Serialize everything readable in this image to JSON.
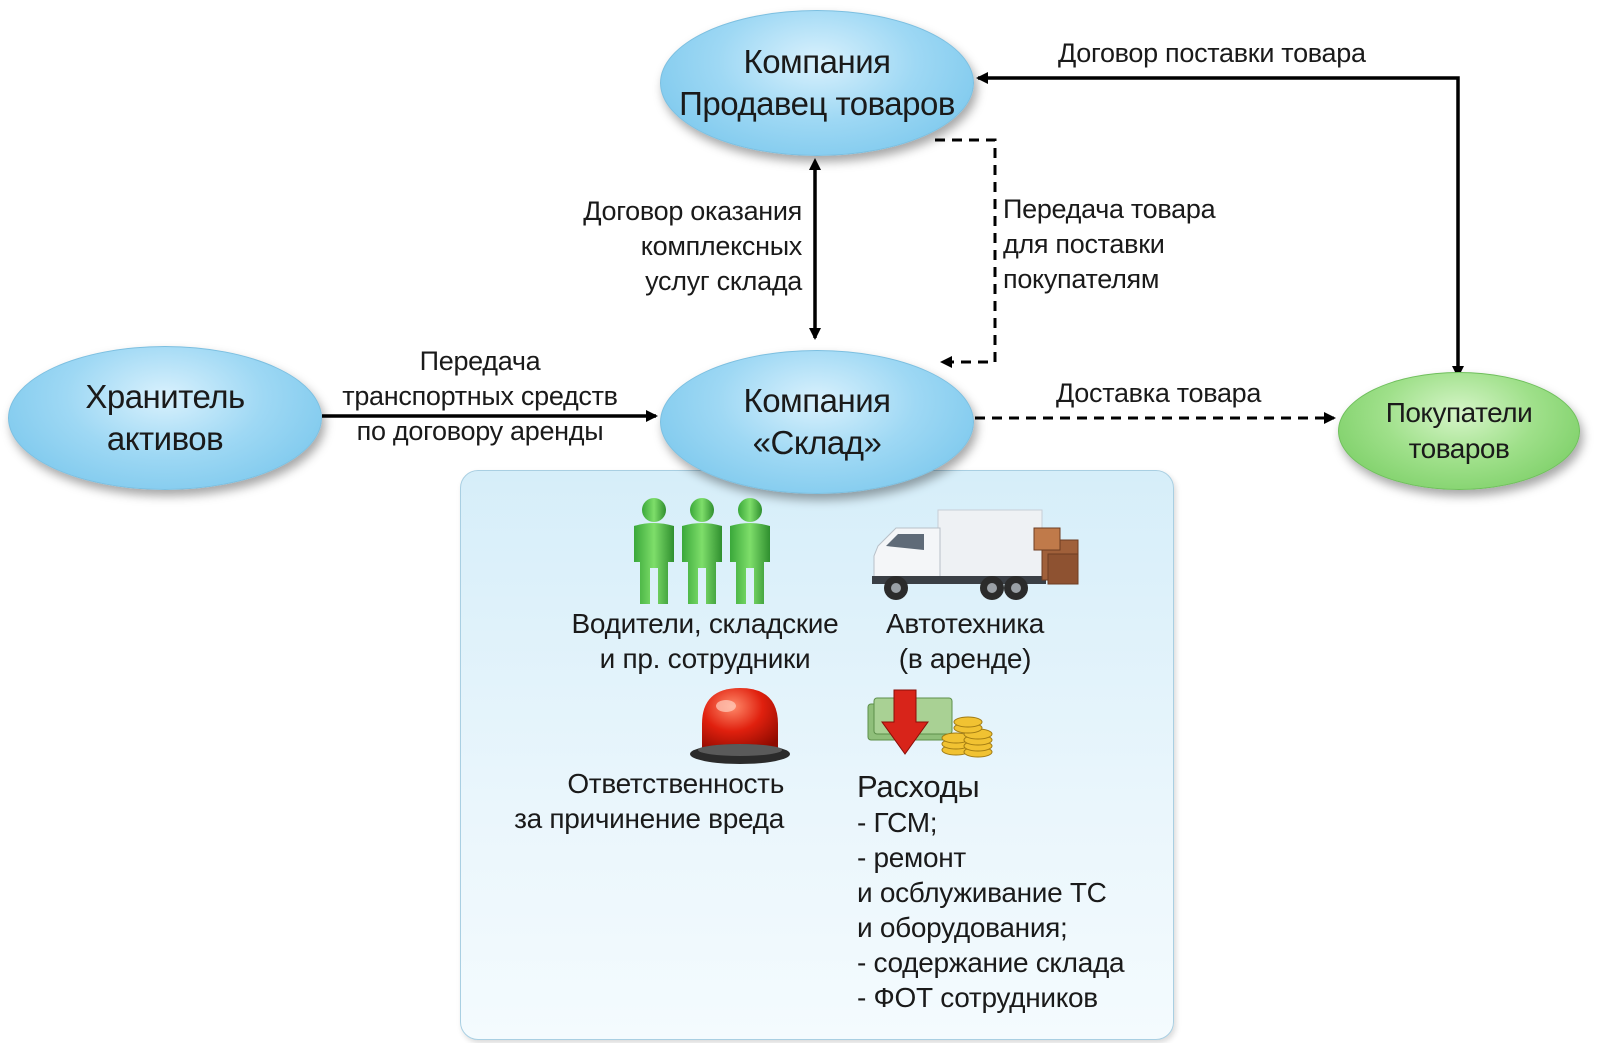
{
  "nodes": {
    "seller": {
      "line1": "Компания",
      "line2": "Продавец товаров"
    },
    "warehouse": {
      "line1": "Компания",
      "line2": "«Склад»"
    },
    "custodian": {
      "line1": "Хранитель",
      "line2": "активов"
    },
    "buyers": {
      "line1": "Покупатели",
      "line2": "товаров"
    }
  },
  "edges": {
    "supply_contract": "Договор поставки товара",
    "service_contract": [
      "Договор оказания",
      "комплексных",
      "услуг склада"
    ],
    "goods_transfer": [
      "Передача товара",
      "для поставки",
      "покупателям"
    ],
    "vehicle_transfer": [
      "Передача",
      "транспортных средств",
      "по договору аренды"
    ],
    "delivery": "Доставка товара"
  },
  "panel": {
    "staff": {
      "line1": "Водители, складские",
      "line2": "и пр. сотрудники",
      "icon": "people-icon"
    },
    "vehicles": {
      "line1": "Автотехника",
      "line2": "(в аренде)",
      "icon": "truck-icon"
    },
    "liability": {
      "line1": "Ответственность",
      "line2": "за причинение вреда",
      "icon": "alarm-light-icon"
    },
    "expenses": {
      "title": "Расходы",
      "items": [
        "-  ГСМ;",
        "-  ремонт",
        "и осблуживание ТС",
        "и оборудования;",
        "-  содержание склада",
        "-  ФОТ сотрудников"
      ],
      "icon": "money-down-icon"
    }
  },
  "colors": {
    "node_blue": "#9ed8f4",
    "node_green": "#9fe08a",
    "panel": "#e2f3fb",
    "arrow": "#000000"
  }
}
